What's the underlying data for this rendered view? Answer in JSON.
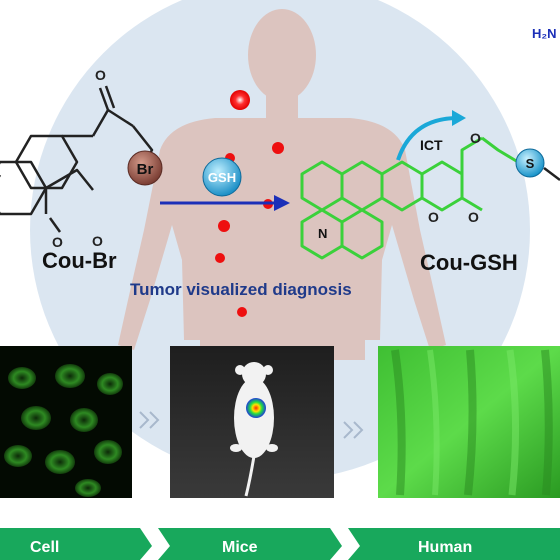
{
  "probe": {
    "name": "Cou-Br",
    "product": "Cou-GSH",
    "leaving_group": "Br",
    "thiol": "S",
    "reagent": "GSH",
    "amine_fragment": "H₂N",
    "process": "ICT",
    "heteroatom_n": "N",
    "heteroatom_o": "O"
  },
  "caption": "Tumor visualized diagnosis",
  "stages": [
    {
      "label": "Cell"
    },
    {
      "label": "Mice"
    },
    {
      "label": "Human"
    }
  ],
  "colors": {
    "halo": "#dbe6f1",
    "body": "#dcc4bf",
    "arrow": "#1b2fb8",
    "ict_arrow": "#1aa8d8",
    "fluorophore": "#3bd13b",
    "bromine": "#9a5a4d",
    "gsh_ball": "#21a3d6",
    "tumor_dot": "#ee0f0f",
    "chevron": "#18a85c",
    "caption": "#1f3a8a"
  },
  "icons": {
    "molecule": "coumarin-structure",
    "human": "human-silhouette-icon",
    "mouse": "mouse-icon"
  }
}
